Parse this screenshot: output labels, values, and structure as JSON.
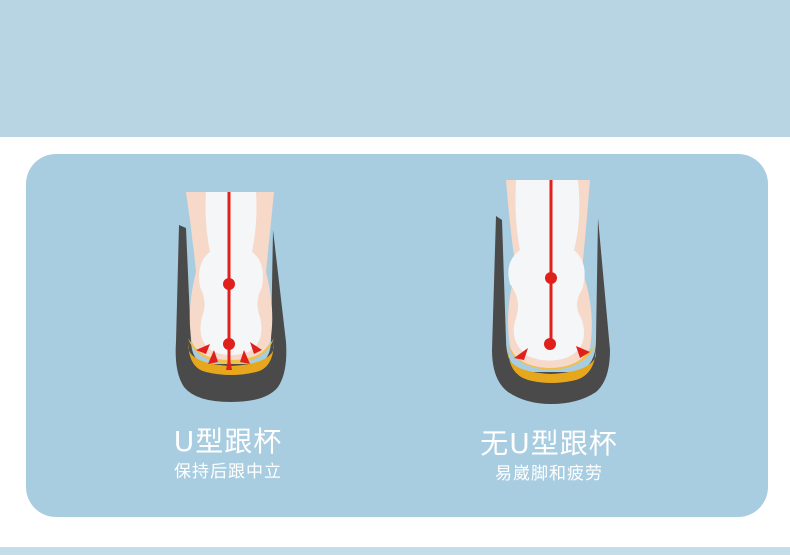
{
  "left": {
    "title": "U型跟杯",
    "subtitle": "保持后跟中立"
  },
  "right": {
    "title": "无U型跟杯",
    "subtitle": "易崴脚和疲劳"
  },
  "colors": {
    "top_band": "#b7d5e3",
    "panel": "#a8cde0",
    "cup": "#4a4a4a",
    "cushion": "#e6a71c",
    "center_line": "#e0201c",
    "skin": "#f7d9c9",
    "bone": "#f5f6f8"
  }
}
